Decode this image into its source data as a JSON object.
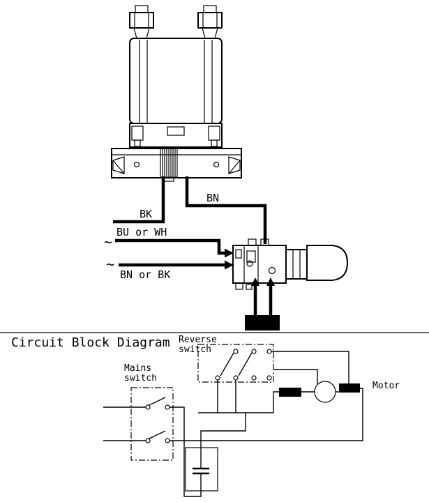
{
  "wiring_diagram": {
    "labels": {
      "bn": "BN",
      "bk": "BK",
      "bu_or_wh": "BU or WH",
      "ac_symbol_1": "~",
      "ac_symbol_2": "~",
      "bn_or_bk": "BN or BK"
    }
  },
  "circuit_diagram": {
    "title": "Circuit Block Diagram",
    "reverse_switch_label_line1": "Reverse",
    "reverse_switch_label_line2": "switch",
    "mains_switch_label_line1": "Mains",
    "mains_switch_label_line2": "switch",
    "motor_label": "Motor"
  },
  "colors": {
    "ink": "#000000",
    "background": "#ffffff"
  }
}
